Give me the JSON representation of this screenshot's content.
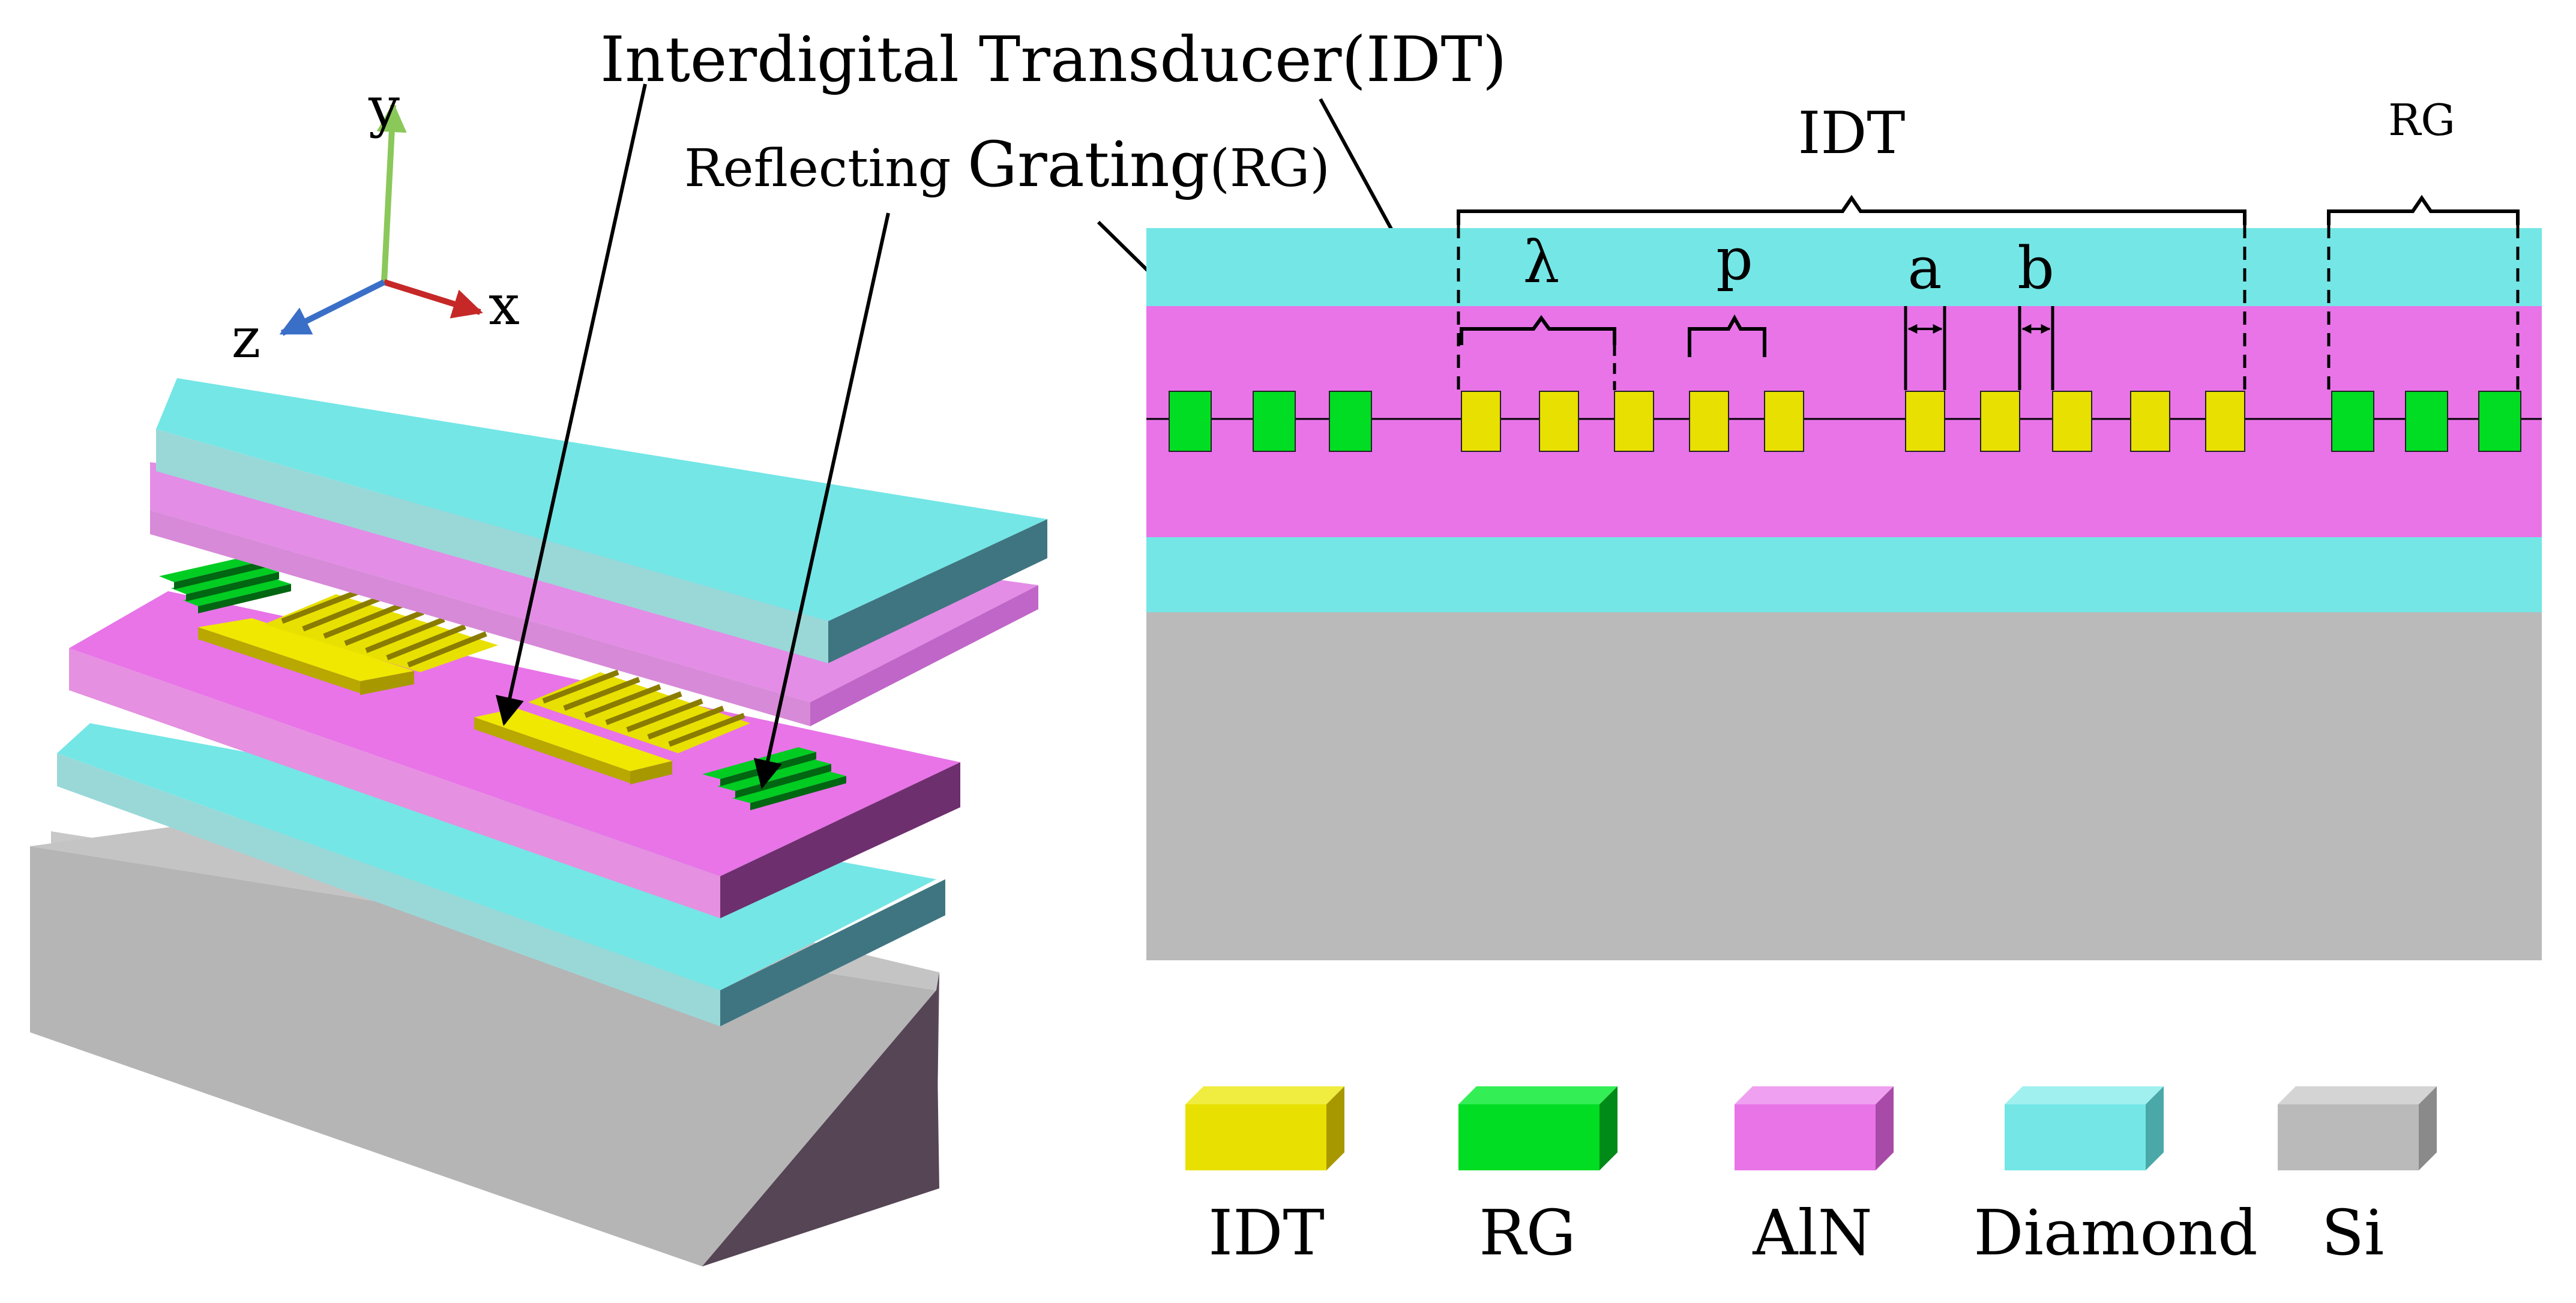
{
  "annotations": {
    "idt_full": "Interdigital Transducer(IDT)",
    "rg_small": "Reflecting ",
    "rg_large": "Grating",
    "rg_paren": "(RG)"
  },
  "axes": {
    "y": "y",
    "x": "x",
    "z": "z"
  },
  "cross_section": {
    "idt_label": "IDT",
    "rg_label": "RG",
    "lambda_label": "λ",
    "p_label": "p",
    "a_label": "a",
    "b_label": "b"
  },
  "legend": {
    "items": [
      {
        "label": "IDT",
        "color": "#e8e000"
      },
      {
        "label": "RG",
        "color": "#00dd22"
      },
      {
        "label": "AlN",
        "color": "#e874e8"
      },
      {
        "label": "Diamond",
        "color": "#74e6e6"
      },
      {
        "label": "Si",
        "color": "#bababa"
      }
    ]
  },
  "colors": {
    "idt": "#e8e000",
    "rg": "#00dd22",
    "aln": "#e874e8",
    "diamond": "#74e6e6",
    "si": "#bababa"
  }
}
